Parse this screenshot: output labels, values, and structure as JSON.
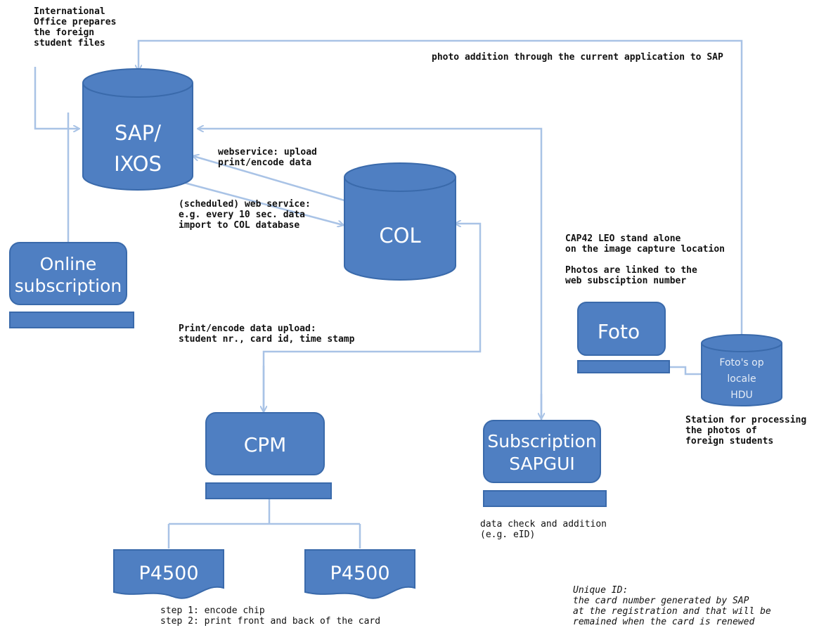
{
  "nodes": {
    "sap": {
      "line1": "SAP/",
      "line2": "IXOS"
    },
    "col": {
      "label": "COL"
    },
    "online": {
      "line1": "Online",
      "line2": "subscription"
    },
    "cpm": {
      "label": "CPM"
    },
    "subscription": {
      "line1": "Subscription",
      "line2": "SAPGUI"
    },
    "foto": {
      "label": "Foto"
    },
    "foto_hdu": {
      "line1": "Foto's op",
      "line2": "locale",
      "line3": "HDU"
    },
    "printer1": {
      "label": "P4500"
    },
    "printer2": {
      "label": "P4500"
    }
  },
  "notes": {
    "international_office": "International\nOffice prepares\nthe foreign\nstudent files",
    "photo_addition": "photo addition through the current application to SAP",
    "webservice_upload": "webservice: upload\nprint/encode data",
    "scheduled_service": "(scheduled) web service:\ne.g. every 10 sec. data\nimport to COL database",
    "cap42": "CAP42 LEO stand alone\non the image capture location",
    "photos_linked": "Photos are linked to the\nweb subsciption number",
    "print_encode_upload": "Print/encode data upload:\nstudent nr., card id, time stamp",
    "station": "Station for processing\nthe photos of\nforeign students",
    "data_check": "data check and addition\n(e.g. eID)",
    "steps": "step 1: encode chip\nstep 2: print front and back of the card",
    "unique_id": "Unique ID:\nthe card number generated by SAP\nat the registration and that will be\nremained when the card is renewed"
  },
  "colors": {
    "shape_fill": "#4f7fc2",
    "shape_stroke": "#3a6aab",
    "connector": "#a9c3e6",
    "text": "#111111"
  }
}
